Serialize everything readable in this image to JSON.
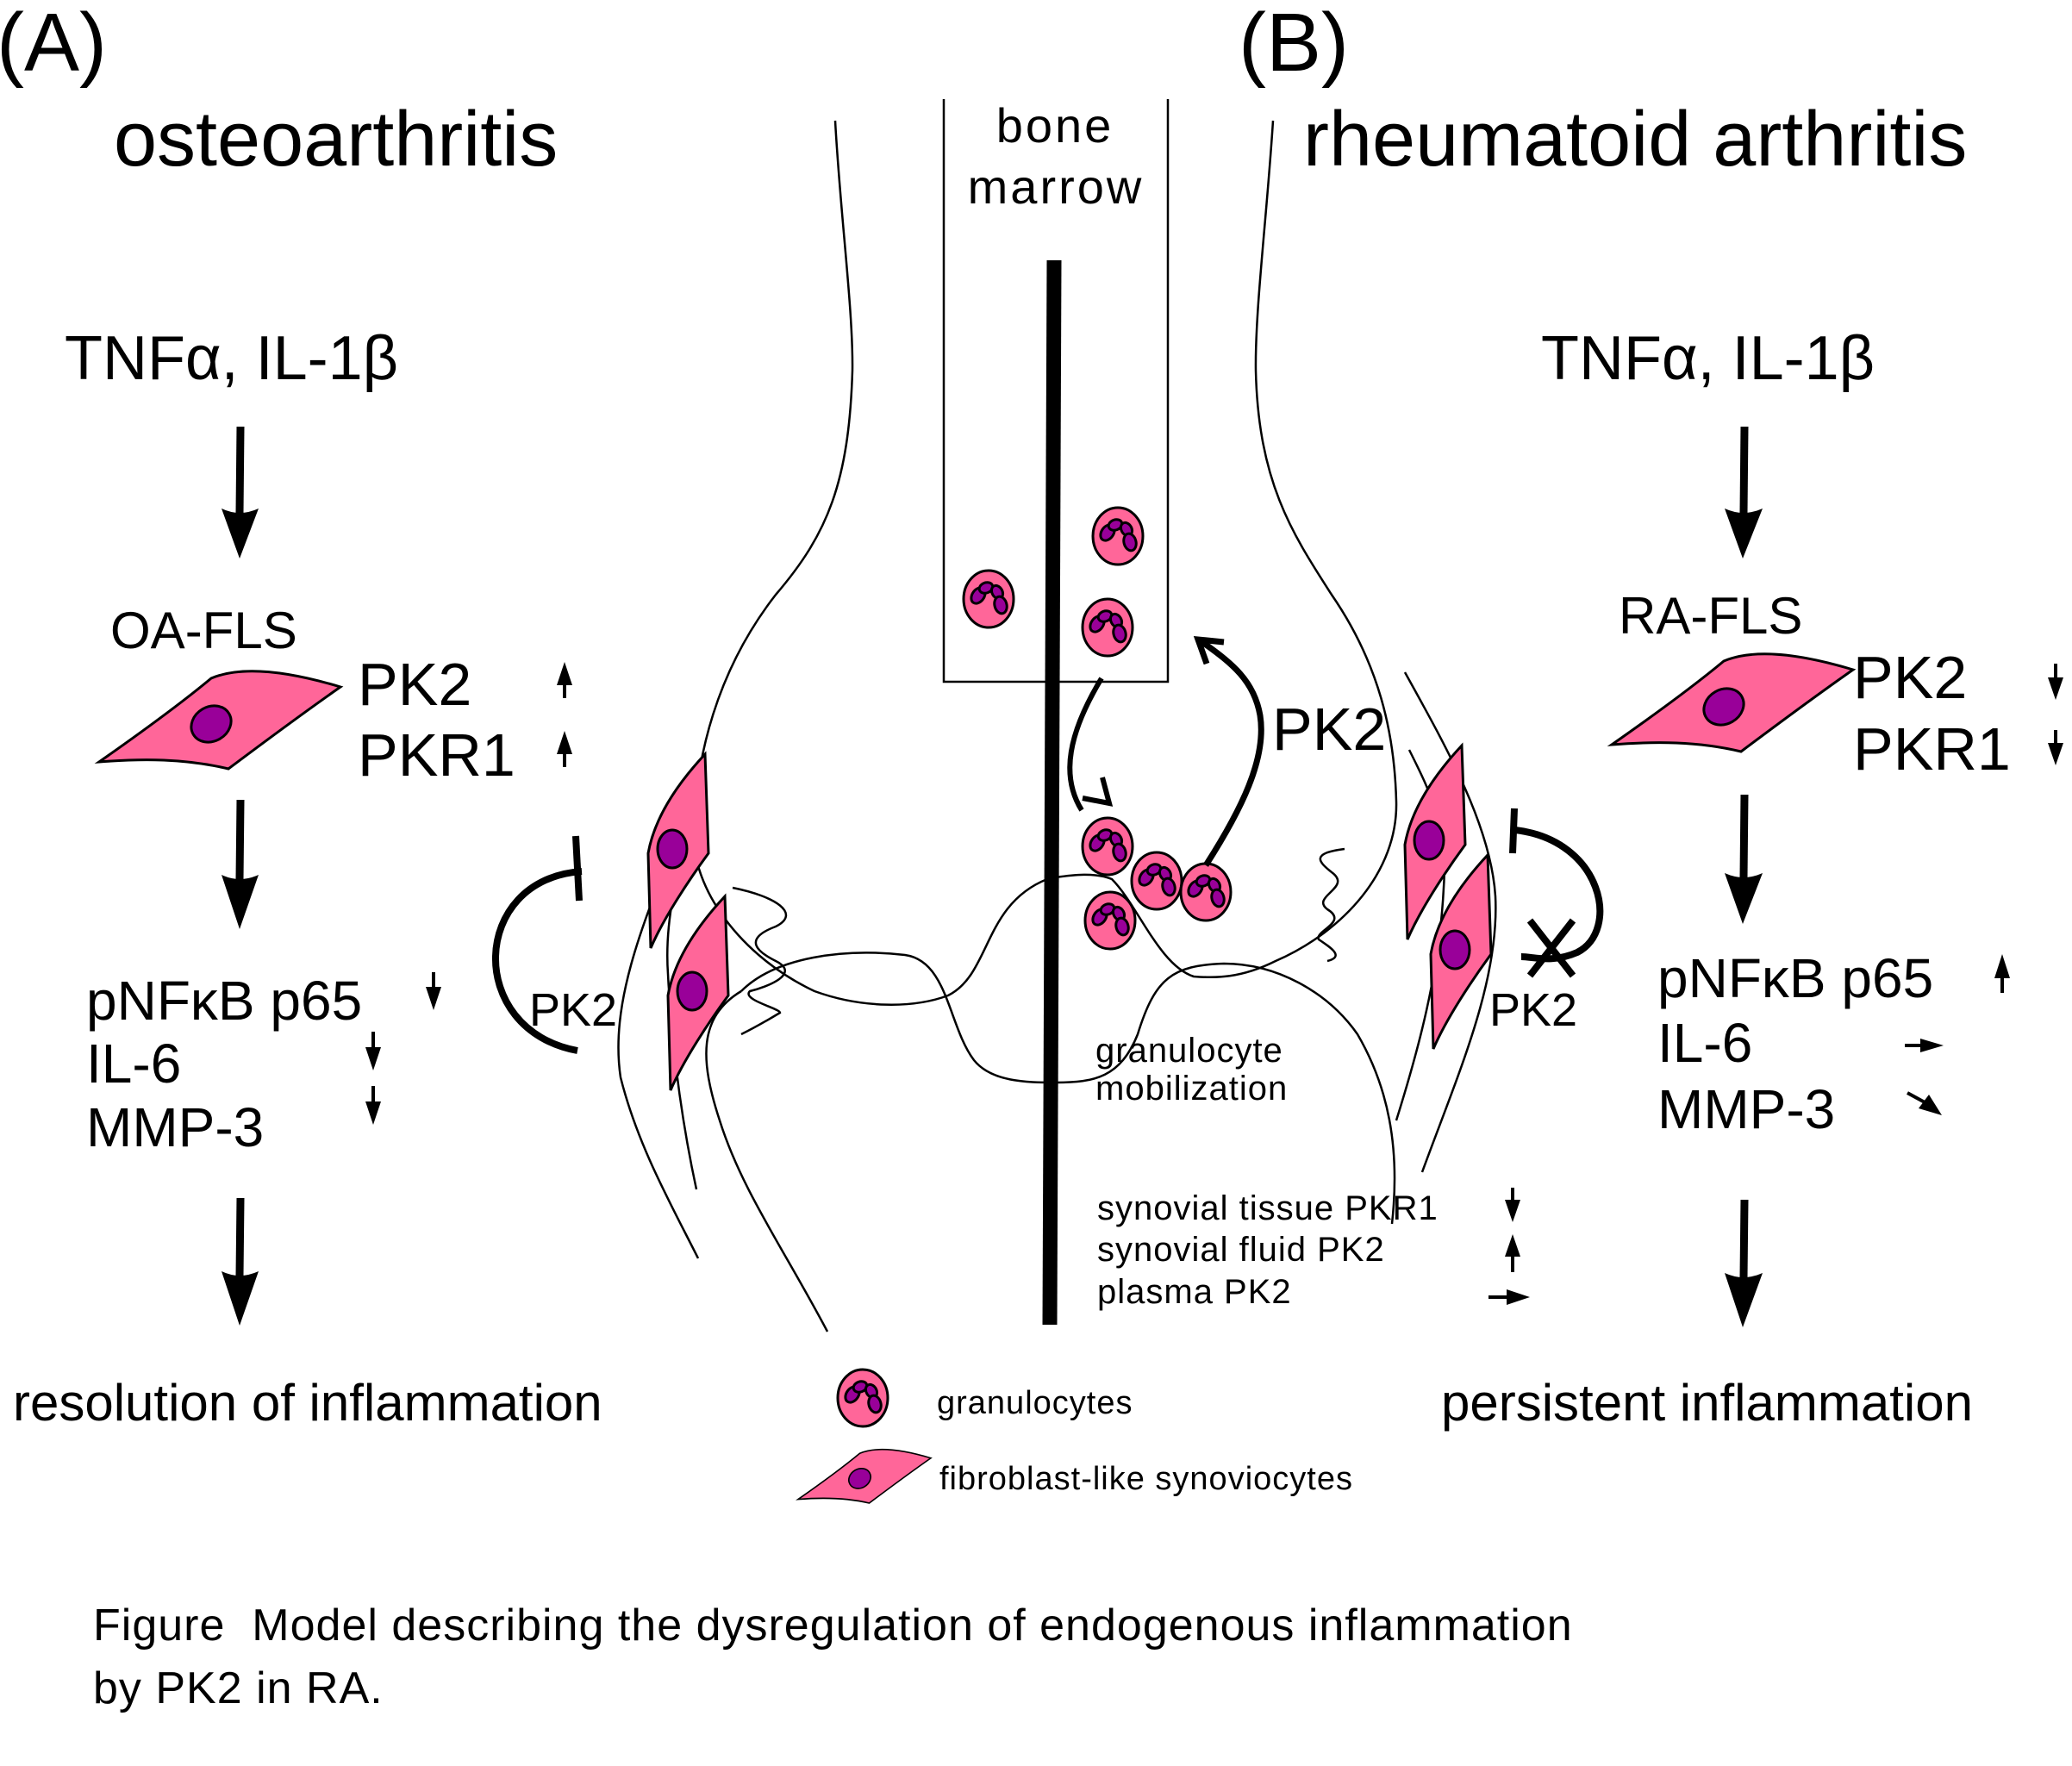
{
  "figure": {
    "panel_a": {
      "label": "(A)",
      "title": "osteoarthritis",
      "stimulus": "TNFα, IL-1β",
      "cell_label": "OA-FLS",
      "receptors": [
        {
          "name": "PK2",
          "direction": "up"
        },
        {
          "name": "PKR1",
          "direction": "up"
        }
      ],
      "pk2_feedback_label": "PK2",
      "pk2_feedback": "inhibits",
      "downstream": [
        {
          "name": "pNFκB p65",
          "direction": "down"
        },
        {
          "name": "IL-6",
          "direction": "down"
        },
        {
          "name": "MMP-3",
          "direction": "down"
        }
      ],
      "outcome": "resolution of inflammation"
    },
    "panel_b": {
      "label": "(B)",
      "title": "rheumatoid arthritis",
      "stimulus": "TNFα, IL-1β",
      "cell_label": "RA-FLS",
      "receptors": [
        {
          "name": "PK2",
          "direction": "down"
        },
        {
          "name": "PKR1",
          "direction": "down"
        }
      ],
      "pk2_feedback_label": "PK2",
      "pk2_feedback": "blocked",
      "downstream": [
        {
          "name": "pNFκB p65",
          "direction": "up"
        },
        {
          "name": "IL-6",
          "direction": "unchanged"
        },
        {
          "name": "MMP-3",
          "direction": "slightly-down"
        }
      ],
      "outcome": "persistent inflammation"
    },
    "center": {
      "bone_marrow_line1": "bone",
      "bone_marrow_line2": "marrow",
      "pk2_label": "PK2",
      "mobilization_line1": "granulocyte",
      "mobilization_line2": "mobilization",
      "measurements": [
        {
          "name": "synovial tissue PKR1",
          "direction": "down"
        },
        {
          "name": "synovial fluid PK2",
          "direction": "up"
        },
        {
          "name": "plasma PK2",
          "direction": "unchanged"
        }
      ]
    },
    "legend": [
      {
        "icon": "granulocyte-icon",
        "label": "granulocytes"
      },
      {
        "icon": "fibroblast-icon",
        "label": "fibroblast-like synoviocytes"
      }
    ],
    "caption_line1": "Figure  Model describing the dysregulation of endogenous inflammation",
    "caption_line2": "by PK2 in RA.",
    "colors": {
      "cell_pink": "#ff6699",
      "nucleus_purple": "#990099",
      "line": "#000000"
    }
  }
}
